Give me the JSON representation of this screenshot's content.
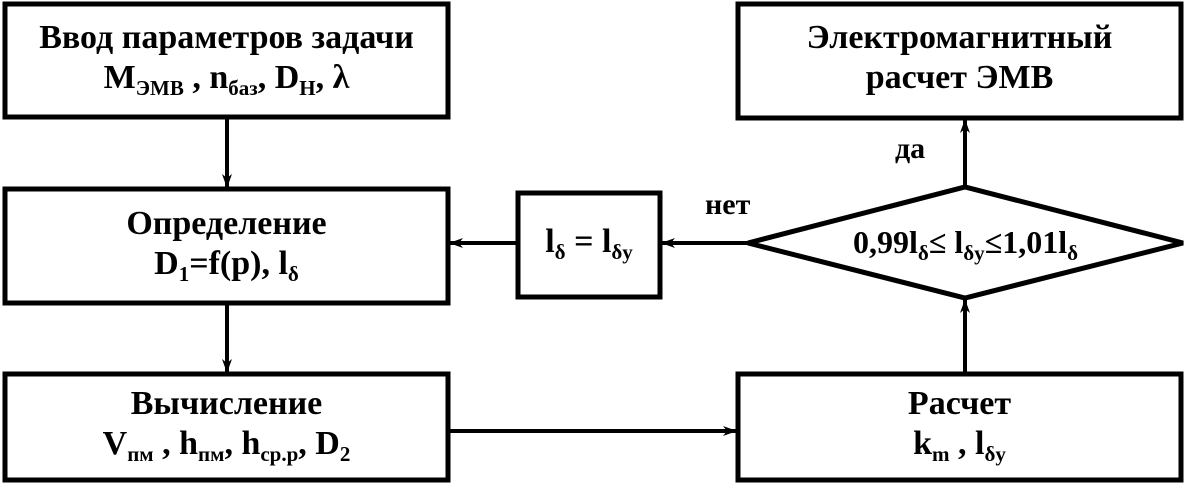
{
  "nodes": {
    "input": {
      "title": "Ввод параметров задачи",
      "m": "M",
      "m_sub": "ЭМВ",
      "n": "n",
      "n_sub": "баз",
      "d": "D",
      "d_sub": "Н",
      "lambda": "λ"
    },
    "define": {
      "title": "Определение",
      "d1": "D",
      "d1_sub": "1",
      "f": "=f(p), ",
      "l": "l",
      "l_sub": "δ"
    },
    "compute": {
      "title": "Вычисление",
      "v": "V",
      "v_sub": "пм",
      "h1": "h",
      "h1_sub": "пм",
      "h2": "h",
      "h2_sub": "ср.р",
      "d2": "D",
      "d2_sub": "2"
    },
    "assign": {
      "l1": "l",
      "l1_sub": "δ",
      "eq": " = ",
      "l2": "l",
      "l2_sub": "δу"
    },
    "condition": {
      "a": "0,99l",
      "a_sub": "δ",
      "le1": "≤ l",
      "b_sub": "δу",
      "le2": "≤1,01l",
      "c_sub": "δ"
    },
    "em": {
      "line1": "Электромагнитный",
      "line2": "расчет ЭМВ"
    },
    "calc": {
      "title": "Расчет",
      "k": "k",
      "k_sub": "m",
      "l": "l",
      "l_sub": "δу"
    }
  },
  "edges": {
    "yes": "да",
    "no": "нет"
  }
}
